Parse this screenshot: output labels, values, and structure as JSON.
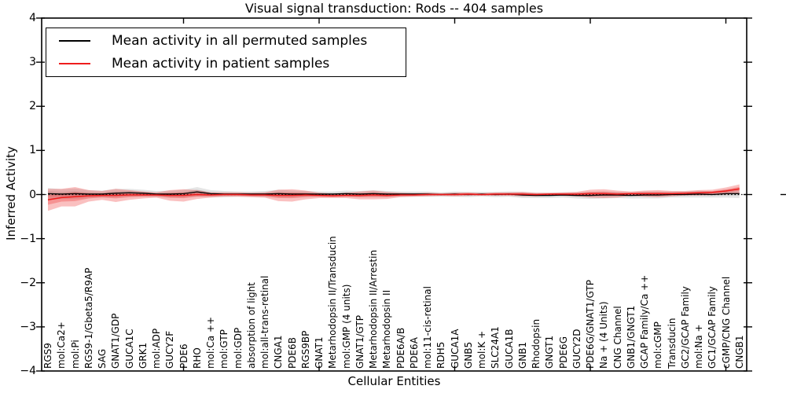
{
  "chart_data": {
    "type": "line",
    "title": "Visual signal transduction: Rods -- 404 samples",
    "xlabel": "Cellular Entities",
    "ylabel": "Inferred Activity",
    "ylim": [
      -4,
      4
    ],
    "yticks": [
      4,
      3,
      2,
      1,
      0,
      -1,
      -2,
      -3,
      -4
    ],
    "yticklabels": [
      "4",
      "3",
      "2",
      "1",
      "0",
      "−1",
      "−2",
      "−3",
      "−4"
    ],
    "grid": false,
    "zero_line": "dotted",
    "legend_position": "upper left",
    "x_major_tick_indices": [
      10,
      20,
      30,
      40,
      50
    ],
    "categories": [
      "RGS9",
      "mol:Ca2+",
      "mol:Pi",
      "RGS9-1/Gbeta5/R9AP",
      "SAG",
      "GNAT1/GDP",
      "GUCA1C",
      "GRK1",
      "mol:ADP",
      "GUCY2F",
      "PDE6",
      "RHO",
      "mol:Ca ++",
      "mol:GTP",
      "mol:GDP",
      "absorption of light",
      "mol:all-trans-retinal",
      "CNGA1",
      "PDE6B",
      "RGS9BP",
      "GNAT1",
      "Metarhodopsin II/Transducin",
      "mol:GMP (4 units)",
      "GNAT1/GTP",
      "Metarhodopsin II/Arrestin",
      "Metarhodopsin II",
      "PDE6A/B",
      "PDE6A",
      "mol:11-cis-retinal",
      "RDH5",
      "GUCA1A",
      "GNB5",
      "mol:K +",
      "SLC24A1",
      "GUCA1B",
      "GNB1",
      "Rhodopsin",
      "GNGT1",
      "PDE6G",
      "GUCY2D",
      "PDE6G/GNAT1/GTP",
      "Na + (4 Units)",
      "CNG Channel",
      "GNB1/GNGT1",
      "GCAP Family/Ca ++",
      "mol:cGMP",
      "Transducin",
      "GC2/GCAP Family",
      "mol:Na +",
      "GC1/GCAP Family",
      "cGMP/CNG Channel",
      "CNGB1"
    ],
    "series": [
      {
        "name": "Mean activity in all permuted samples",
        "color": "#000000",
        "band_color": "rgba(0,0,0,0.10)",
        "values": [
          0.02,
          0.01,
          0.02,
          0.01,
          0.01,
          0.03,
          0.04,
          0.03,
          0.01,
          0.01,
          0.02,
          0.06,
          0.02,
          0.01,
          0.01,
          0.01,
          0.01,
          0.02,
          0.01,
          0.01,
          0.01,
          0.01,
          0.02,
          0.01,
          0.02,
          0.01,
          0.01,
          0.01,
          0.01,
          0.0,
          0.01,
          0.0,
          0.01,
          0.0,
          0.01,
          -0.01,
          -0.02,
          -0.02,
          -0.01,
          -0.02,
          -0.02,
          -0.01,
          -0.01,
          -0.02,
          -0.01,
          -0.01,
          0.0,
          0.0,
          0.01,
          0.0,
          0.02,
          0.02
        ],
        "spread": [
          0.13,
          0.11,
          0.12,
          0.09,
          0.08,
          0.1,
          0.09,
          0.08,
          0.07,
          0.08,
          0.09,
          0.11,
          0.08,
          0.07,
          0.06,
          0.06,
          0.07,
          0.09,
          0.08,
          0.07,
          0.06,
          0.06,
          0.07,
          0.07,
          0.08,
          0.07,
          0.06,
          0.06,
          0.06,
          0.05,
          0.06,
          0.06,
          0.05,
          0.06,
          0.06,
          0.07,
          0.06,
          0.06,
          0.06,
          0.07,
          0.08,
          0.08,
          0.07,
          0.07,
          0.08,
          0.08,
          0.07,
          0.07,
          0.08,
          0.07,
          0.09,
          0.1
        ]
      },
      {
        "name": "Mean activity in patient samples",
        "color": "#ee1c1c",
        "band_color": "rgba(238,28,28,0.28)",
        "values": [
          -0.12,
          -0.07,
          -0.05,
          -0.03,
          -0.02,
          -0.02,
          -0.01,
          -0.01,
          -0.01,
          -0.02,
          -0.02,
          0.0,
          -0.01,
          0.0,
          0.0,
          -0.01,
          -0.01,
          -0.02,
          -0.02,
          -0.01,
          -0.02,
          -0.03,
          -0.02,
          -0.02,
          -0.01,
          -0.02,
          -0.01,
          -0.01,
          0.0,
          0.0,
          0.0,
          0.01,
          0.0,
          0.01,
          0.01,
          0.01,
          0.0,
          0.01,
          0.01,
          0.01,
          0.02,
          0.02,
          0.01,
          0.02,
          0.02,
          0.02,
          0.02,
          0.03,
          0.04,
          0.05,
          0.08,
          0.13
        ],
        "spread": [
          0.25,
          0.2,
          0.22,
          0.13,
          0.1,
          0.15,
          0.11,
          0.08,
          0.06,
          0.12,
          0.14,
          0.1,
          0.06,
          0.05,
          0.05,
          0.05,
          0.06,
          0.13,
          0.14,
          0.1,
          0.06,
          0.05,
          0.06,
          0.09,
          0.1,
          0.08,
          0.05,
          0.04,
          0.04,
          0.03,
          0.04,
          0.04,
          0.03,
          0.04,
          0.04,
          0.05,
          0.04,
          0.03,
          0.04,
          0.05,
          0.09,
          0.1,
          0.08,
          0.05,
          0.07,
          0.08,
          0.06,
          0.05,
          0.06,
          0.06,
          0.08,
          0.1
        ]
      }
    ]
  }
}
